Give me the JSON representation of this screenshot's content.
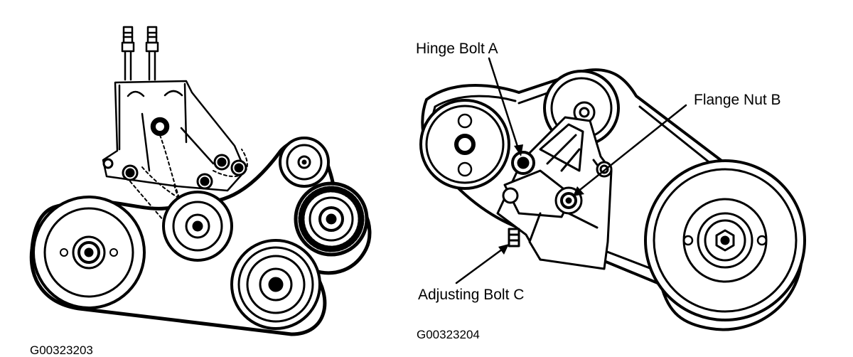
{
  "left_figure": {
    "code": "G00323203"
  },
  "right_figure": {
    "code": "G00323204",
    "labels": {
      "hinge_bolt": "Hinge Bolt A",
      "flange_nut": "Flange Nut B",
      "adjusting_bolt": "Adjusting Bolt C"
    }
  }
}
